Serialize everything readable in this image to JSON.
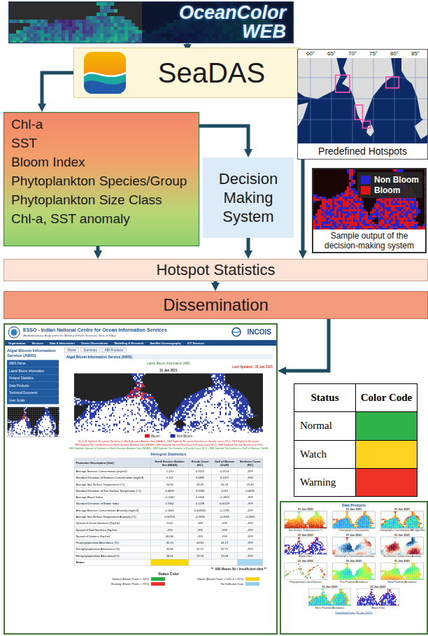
{
  "diagram": {
    "nodes": [
      {
        "text": [
          "OceanColor WEB"
        ]
      },
      {
        "text": [
          "SeaDAS"
        ]
      },
      {
        "text": [
          "Predefined Hotspots"
        ]
      },
      {
        "text": [
          "Chl-a",
          "SST",
          "Bloom Index",
          "Phytoplankton Species/Group",
          "Phytoplankton Size Class",
          "Chl-a, SST anomaly"
        ]
      },
      {
        "text": [
          "Decision Making System"
        ]
      },
      {
        "text": [
          "Sample output of the decision-making system"
        ]
      },
      {
        "text": [
          "Hotspot Statistics"
        ]
      },
      {
        "text": [
          "Dissemination"
        ]
      },
      {
        "text": [
          "ESSO - Indian National Centre for Ocean Information Services"
        ]
      },
      {
        "text": [
          "Status",
          "Color Code"
        ]
      },
      {
        "text": [
          "Data Products"
        ]
      }
    ],
    "edges": [
      {
        "from": 0,
        "to": 1,
        "arrow": "to"
      },
      {
        "from": 1,
        "to": 3,
        "arrow": "to"
      },
      {
        "from": 3,
        "to": 4,
        "arrow": "to"
      },
      {
        "from": 3,
        "to": 6,
        "arrow": "to"
      },
      {
        "from": 4,
        "to": 6,
        "arrow": "to"
      },
      {
        "from": 2,
        "to": 6,
        "arrow": "to"
      },
      {
        "from": 6,
        "to": 7,
        "arrow": "to"
      },
      {
        "from": 7,
        "to": 8,
        "arrow": "to"
      }
    ],
    "labels": [
      "60°",
      "65°",
      "70°",
      "75°",
      "80°",
      "85°",
      "(An Autonomous Body under the Ministry of Earth Sciences, Govt. of India)",
      "INCOIS",
      "Organization",
      "Services",
      "Data & Information",
      "Ocean Observations",
      "Modelling & Research",
      "Satellite Oceanography",
      "ICT Services",
      "Algal Bloom Information Service (ABIS)",
      "ABIS Home",
      "Latest Bloom Information",
      "Hotspot Statistics",
      "Data Products",
      "Technical Document",
      "User Guide",
      "Home",
      "Summary",
      "ABI Products",
      "Algal Bloom Information Service (ABIS)",
      "Latest Bloom Information (ABI)",
      "Last Updated : 31 Jan 2021",
      "31 Jan 2021",
      "31-1-21 Sighted: No green Noctiluca in North Eastern Arabian Sea (NEAS) - NHI Sighted: No green Noctiluca in Kerala Coast (KC) - NHI Sighted: No green",
      "NHI Sighted: No red Noctiluca in North Eastern Arabian Sea (NEAS) - NHI Sighted: No red Noctiluca in Kerala Coast (KC) - NHI Sighted: No red Noctiluca in Gulf",
      "NHI Sighted: Spread of Diatoms in North Eastern Arabian Sea (NEAS) - NHI Sighted: No Diatoms in Kerala Coast (KC) - NHI Sighted: No Diatoms in Gulf of Mannar (GoM)",
      "Hotspot Statistics",
      "Parameter Description (Unit)",
      "North Eastern Arabian Sea (NEAS)",
      "Kerala Coast (KC)",
      "Gulf of Mannar (GoM)",
      "Northern Coast (NC)",
      "Average Biomass Concentration (mg/m3)",
      "1.120",
      "0.2672",
      "0.2513",
      "-999",
      "Standard Deviation of Biomass Concentration (mg/m3)",
      "1.121",
      "0.0895",
      "0.1471",
      "-999",
      "Average Sea Surface Temperature (°C)",
      "24.90",
      "28.49",
      "26.76",
      "29.46",
      "Standard Deviation of Sea Surface Temperature (°C)",
      "0.4699",
      "0.5584",
      "1.015",
      "0.4631",
      "Average Bloom Index",
      "-0.2062",
      "0.1426",
      "-0.1894",
      "-999",
      "Standard Deviation of Bloom Index",
      "0.3162",
      "0.1208",
      "0.00229",
      "-999",
      "Average Biomass Concentration Anomaly (mg/m3)",
      "0.1640",
      "0.008262",
      "-0.1735",
      "-999",
      "Average Sea Surface Temperature Anomaly (°C)",
      "0.56756",
      "-0.2826",
      "-0.2026",
      "-0.2600",
      "Spread of Green Noctiluca (Sq.Km)",
      "2512",
      "-999",
      "-999",
      "-999",
      "Spread of Red Noctiluca (Sq.Km)",
      "-999",
      "-999",
      "-999",
      "-999",
      "Spread of Diatoms (Sq.Km)",
      "46240",
      "-999",
      "-999",
      "-999",
      "Picophytoplankton Abundance (%)",
      "35.13",
      "43.84",
      "44.13",
      "-999",
      "Nanophytoplankton Abundance (%)",
      "25.86",
      "32.57",
      "32.79",
      "-999",
      "Microphytoplankton Abundance(%)",
      "38.01",
      "23.58",
      "23.08",
      "-999",
      "Status",
      "** -999 Means No / insufficient data **",
      "Status Color",
      "31 Jan 2021",
      "Sea Surface Temperature in °C",
      "31 Jan 2021",
      "Chlorophyll-a Concentration",
      "31 Jan 2021",
      "Chlorophyll-a Concentration ABI algorithm",
      "31 Jan 2021",
      "Bloom Index",
      "31 Jan 2021",
      "Chlorophyll-a Concentration anomaly",
      "31 Jan 2021",
      "Sea Surface Temperature Anomaly",
      "31 Jan 2021",
      "Phytoplankton Class/Species",
      "31 Jan 2021",
      "Pico Plankton Abundance",
      "31 Jan 2021",
      "Nano Plankton Abundance",
      "31 Jan 2021",
      "Micro Plankton Abundance",
      "31 Jan 2021",
      "Bloom Pixel",
      "Download Data (31 Jan 2021)"
    ],
    "legend": [
      {
        "text": "Non Bloom",
        "color": "#2424c8"
      },
      {
        "text": "Bloom",
        "color": "#d8161b"
      },
      {
        "text": "Bloom",
        "color": "#d8161b"
      },
      {
        "text": "Non Bloom",
        "color": "#1a2ea0"
      },
      {
        "text": "Normal (Bloom Pixels < 50%)",
        "color": "#2ea84a"
      },
      {
        "text": "Watch (Bloom Pixels > 50% & <75%)",
        "color": "#f2d21a"
      },
      {
        "text": "Warning (Bloom Pixels > 75%)",
        "color": "#e8312a"
      },
      {
        "text": "No Sufficient Data",
        "color": "#8fd0ea"
      },
      {
        "text": "Normal",
        "color": "#2db34a"
      },
      {
        "text": "Watch",
        "color": "#ffd21f"
      },
      {
        "text": "Warning",
        "color": "#ed3126"
      }
    ]
  }
}
